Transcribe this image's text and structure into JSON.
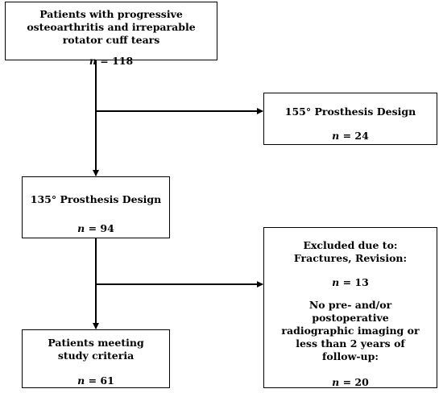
{
  "flowchart": {
    "start": {
      "title": "Patients with progressive osteoarthritis and irreparable rotator cuff tears",
      "n_label": "n",
      "n_value": "= 118"
    },
    "design_155": {
      "title": "155° Prosthesis Design",
      "n_label": "n",
      "n_value": "= 24"
    },
    "design_135": {
      "title": "135° Prosthesis Design",
      "n_label": "n",
      "n_value": "= 94"
    },
    "excluded": {
      "heading": "Excluded due to:",
      "reason_1": "Fractures, Revision:",
      "n1_label": "n",
      "n1_value": "= 13",
      "reason_2": "No pre- and/or postoperative radiographic imaging or less than 2 years of follow-up:",
      "n2_label": "n",
      "n2_value": "= 20"
    },
    "final": {
      "title": "Patients meeting study criteria",
      "n_label": "n",
      "n_value": "= 61"
    }
  }
}
